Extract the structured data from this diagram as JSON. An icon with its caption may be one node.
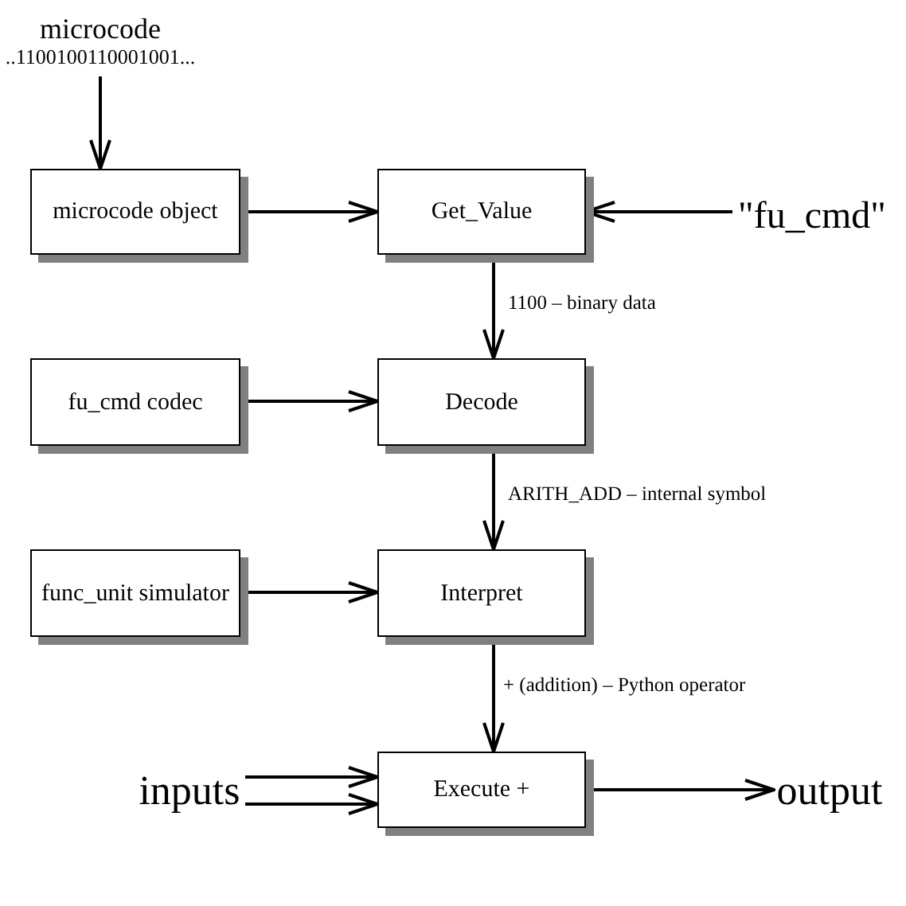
{
  "diagram": {
    "nodes": [
      {
        "text": [
          "microcode",
          "..1100100110001001..."
        ]
      },
      {
        "text": [
          "microcode object"
        ]
      },
      {
        "text": [
          "Get_Value"
        ]
      },
      {
        "text": [
          "\"fu_cmd\""
        ]
      },
      {
        "text": [
          "fu_cmd codec"
        ]
      },
      {
        "text": [
          "Decode"
        ]
      },
      {
        "text": [
          "func_unit simulator"
        ]
      },
      {
        "text": [
          "Interpret"
        ]
      },
      {
        "text": [
          "inputs"
        ]
      },
      {
        "text": [
          "Execute +"
        ]
      },
      {
        "text": [
          "output"
        ]
      }
    ],
    "edges": [
      {
        "from": 0,
        "to": 1,
        "arrow": "to"
      },
      {
        "from": 1,
        "to": 2,
        "arrow": "to"
      },
      {
        "from": 3,
        "to": 2,
        "arrow": "to"
      },
      {
        "from": 2,
        "to": 5,
        "arrow": "to",
        "label": "1100 – binary data"
      },
      {
        "from": 4,
        "to": 5,
        "arrow": "to"
      },
      {
        "from": 5,
        "to": 7,
        "arrow": "to",
        "label": "ARITH_ADD – internal symbol"
      },
      {
        "from": 6,
        "to": 7,
        "arrow": "to"
      },
      {
        "from": 7,
        "to": 9,
        "arrow": "to",
        "label": "+ (addition) – Python operator"
      },
      {
        "from": 8,
        "to": 9,
        "arrow": "to"
      },
      {
        "from": 8,
        "to": 9,
        "arrow": "to"
      },
      {
        "from": 9,
        "to": 10,
        "arrow": "to"
      }
    ]
  }
}
